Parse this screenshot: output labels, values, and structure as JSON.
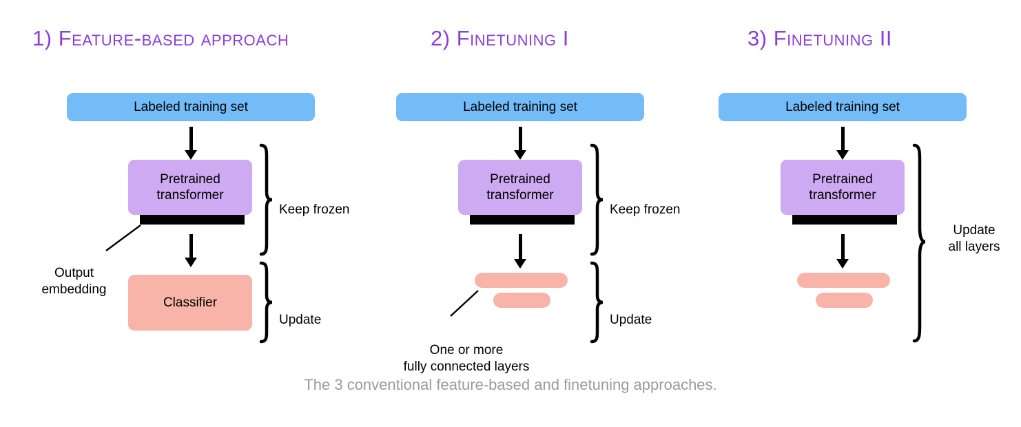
{
  "figure": {
    "caption": "The 3 conventional feature-based and finetuning approaches."
  },
  "colors": {
    "title_purple": "#8b3fd6",
    "dataset_blue": "#73bcf8",
    "transformer_purple": "#ceaaf2",
    "classifier_salmon": "#f8b4a8",
    "embedding_black": "#000000",
    "caption_gray": "#9b9b9b",
    "background": "#ffffff"
  },
  "columns": [
    {
      "index_label": "1)",
      "title": "Feature-based approach",
      "dataset_label": "Labeled training set",
      "transformer_label": "Pretrained\ntransformer",
      "classifier_label": "Classifier",
      "brace_top_label": "Keep frozen",
      "brace_bottom_label": "Update",
      "annotation": "Output\nembedding"
    },
    {
      "index_label": "2)",
      "title": "Finetuning I",
      "dataset_label": "Labeled training set",
      "transformer_label": "Pretrained\ntransformer",
      "classifier_label": "",
      "brace_top_label": "Keep frozen",
      "brace_bottom_label": "Update",
      "annotation": "One or more\nfully connected layers"
    },
    {
      "index_label": "3)",
      "title": "Finetuning II",
      "dataset_label": "Labeled training set",
      "transformer_label": "Pretrained\ntransformer",
      "classifier_label": "",
      "brace_single_label": "Update\nall layers",
      "annotation": ""
    }
  ]
}
